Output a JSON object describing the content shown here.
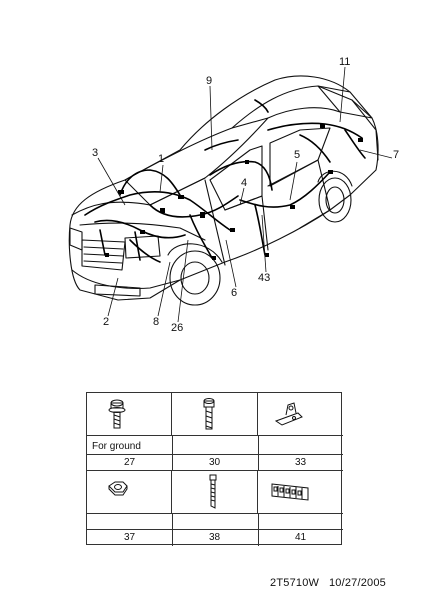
{
  "diagram": {
    "callouts": [
      {
        "id": "1",
        "label": "1"
      },
      {
        "id": "2",
        "label": "2"
      },
      {
        "id": "3",
        "label": "3"
      },
      {
        "id": "4",
        "label": "4"
      },
      {
        "id": "5",
        "label": "5"
      },
      {
        "id": "6",
        "label": "6"
      },
      {
        "id": "7",
        "label": "7"
      },
      {
        "id": "8",
        "label": "8"
      },
      {
        "id": "9",
        "label": "9"
      },
      {
        "id": "11",
        "label": "11"
      },
      {
        "id": "26",
        "label": "26"
      },
      {
        "id": "43",
        "label": "43"
      }
    ]
  },
  "parts_table": {
    "note": "For ground",
    "row1": [
      "27",
      "30",
      "33"
    ],
    "row2": [
      "37",
      "38",
      "41"
    ],
    "icons_row1": [
      "bolt-with-washer-icon",
      "bolt-icon",
      "bracket-clip-icon"
    ],
    "icons_row2": [
      "nut-icon",
      "cable-tie-icon",
      "fuse-block-icon"
    ]
  },
  "footer": {
    "doc_code": "2T5710W",
    "date": "10/27/2005"
  }
}
